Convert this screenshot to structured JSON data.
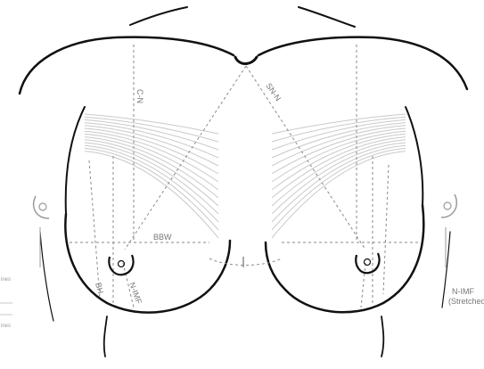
{
  "labels": {
    "clavicle_to_nipple": "C-N",
    "sternal_notch_to_nipple": "SN-N",
    "base_width": "BBW",
    "nipple_to_imf": "N-IMF",
    "imf_stretched_line1": "N-IMF",
    "imf_stretched_line2": "(Stretched)",
    "areola_height": "BH",
    "left_edge_upper": "ines",
    "left_edge_lower": "ines"
  },
  "colors": {
    "outline": "#111111",
    "measure_line": "#8a8a8a",
    "fan_lines": "#c9c9c9",
    "label_text": "#777777"
  }
}
